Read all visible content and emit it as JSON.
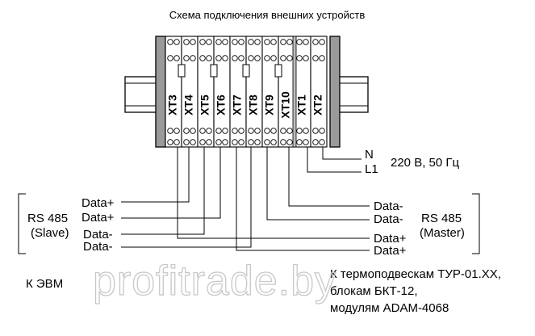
{
  "title": "Схема подключения внешних устройств",
  "terminals": [
    "XT3",
    "XT4",
    "XT5",
    "XT6",
    "XT7",
    "XT8",
    "XT9",
    "XT10",
    "XT1",
    "XT2"
  ],
  "power": {
    "n": "N",
    "l1": "L1",
    "spec": "220 В, 50 Гц"
  },
  "slave": {
    "name": "RS 485",
    "role": "(Slave)",
    "lines": [
      "Data+",
      "Data+",
      "Data-",
      "Data-"
    ]
  },
  "master": {
    "name": "RS 485",
    "role": "(Master)",
    "lines": [
      "Data-",
      "Data-",
      "Data+",
      "Data+"
    ]
  },
  "pc_label": "К ЭВМ",
  "devices": [
    "К термоподвескам ТУР-01.ХХ,",
    "блокам БКТ-12,",
    "модулям  ADAM-4068"
  ],
  "watermark": "profitrade.by"
}
